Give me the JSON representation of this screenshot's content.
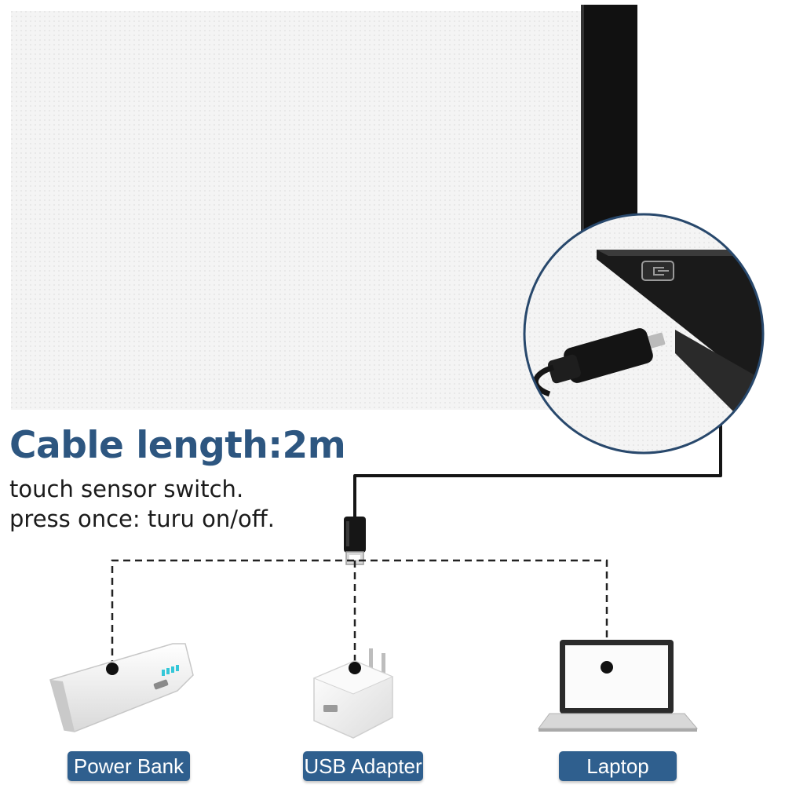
{
  "headline": "Cable length:2m",
  "notes": [
    "touch sensor switch.",
    "press once: turu on/off."
  ],
  "devices": {
    "power_bank": "Power Bank",
    "usb_adapter": "USB Adapter",
    "laptop": "Laptop"
  },
  "colors": {
    "accent_blue": "#2d5680",
    "pill_blue": "#2f5f8e",
    "panel_frame": "#111111",
    "cable": "#151515"
  },
  "icons": {
    "touch_switch": "touch-switch-icon",
    "usb_plug": "usb-plug-icon",
    "micro_usb": "micro-usb-connector-icon"
  }
}
